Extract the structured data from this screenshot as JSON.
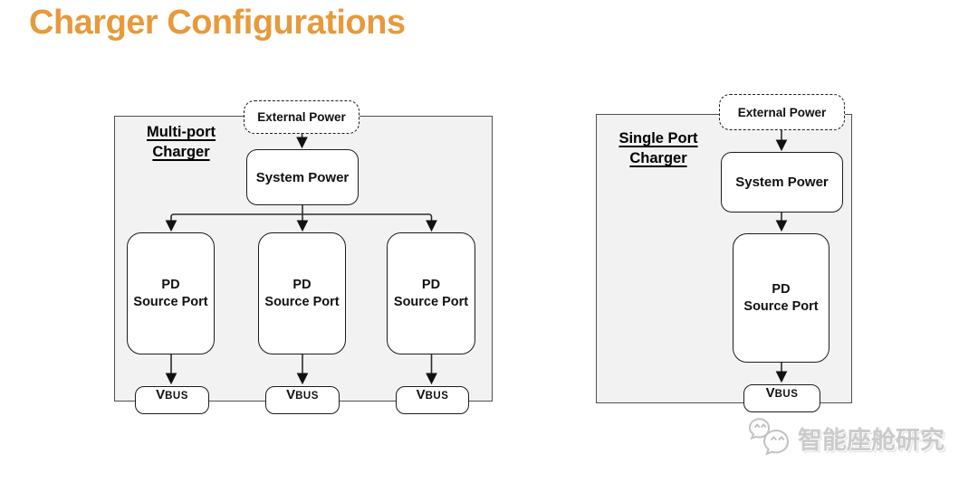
{
  "title": "Charger Configurations",
  "colors": {
    "accent_orange": "#E79A3C",
    "container_fill": "#F2F2F2",
    "container_border": "#4F4F4F",
    "node_border": "#1C1C1C",
    "watermark_gray": "#CBCBCB"
  },
  "left_diagram": {
    "label_lines": [
      "Multi-port",
      "Charger"
    ],
    "external_power_label": "External Power",
    "system_power_label": "System Power",
    "pd_port_label_lines": [
      "PD",
      "Source Port"
    ],
    "pd_port_count": 3,
    "vbus_label": {
      "v": "V",
      "bus": "BUS"
    }
  },
  "right_diagram": {
    "label_lines": [
      "Single Port",
      "Charger"
    ],
    "external_power_label": "External Power",
    "system_power_label": "System Power",
    "pd_port_label_lines": [
      "PD",
      "Source Port"
    ],
    "pd_port_count": 1,
    "vbus_label": {
      "v": "V",
      "bus": "BUS"
    }
  },
  "watermark": {
    "text": "智能座舱研究",
    "icon": "wechat-chat-bubbles"
  }
}
